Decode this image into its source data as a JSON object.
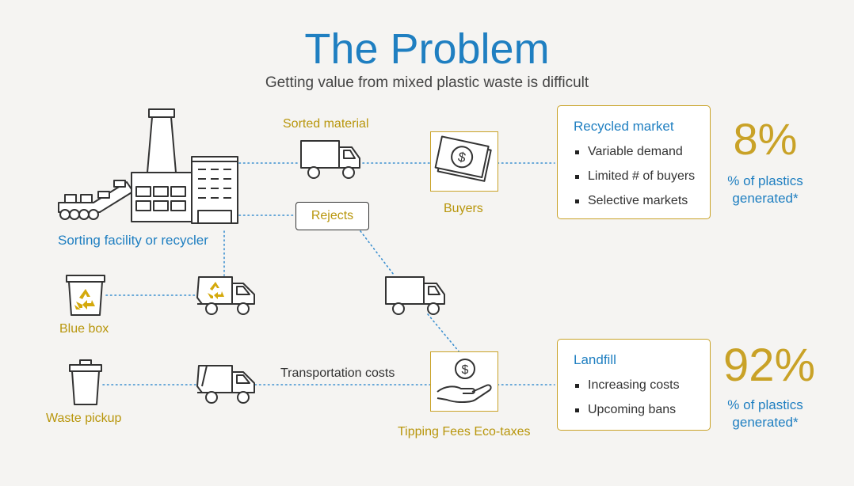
{
  "header": {
    "title": "The Problem",
    "subtitle": "Getting value from mixed plastic waste is difficult"
  },
  "nodes": {
    "sorting_facility": "Sorting facility or recycler",
    "sorted_material": "Sorted material",
    "buyers": "Buyers",
    "rejects": "Rejects",
    "blue_box": "Blue box",
    "waste_pickup": "Waste pickup",
    "transportation_costs": "Transportation costs",
    "tipping_fees": "Tipping Fees Eco-taxes"
  },
  "recycled_market": {
    "title": "Recycled market",
    "items": [
      "Variable demand",
      "Limited # of buyers",
      "Selective markets"
    ],
    "percent": "8%",
    "percent_label_1": "% of plastics",
    "percent_label_2": "generated*"
  },
  "landfill": {
    "title": "Landfill",
    "items": [
      "Increasing costs",
      "Upcoming bans"
    ],
    "percent": "92%",
    "percent_label_1": "% of plastics",
    "percent_label_2": "generated*"
  },
  "colors": {
    "title_blue": "#1f7fc1",
    "gold": "#c9a227",
    "label_gold": "#b8960c",
    "recycle_gold": "#d4a90c",
    "connector_blue": "#3b8fd0"
  },
  "icons": [
    "factory-icon",
    "truck-icon",
    "recycling-truck-icon",
    "garbage-truck-icon",
    "money-icon",
    "dollar-hand-icon",
    "recycle-bin-icon",
    "trash-can-icon"
  ]
}
